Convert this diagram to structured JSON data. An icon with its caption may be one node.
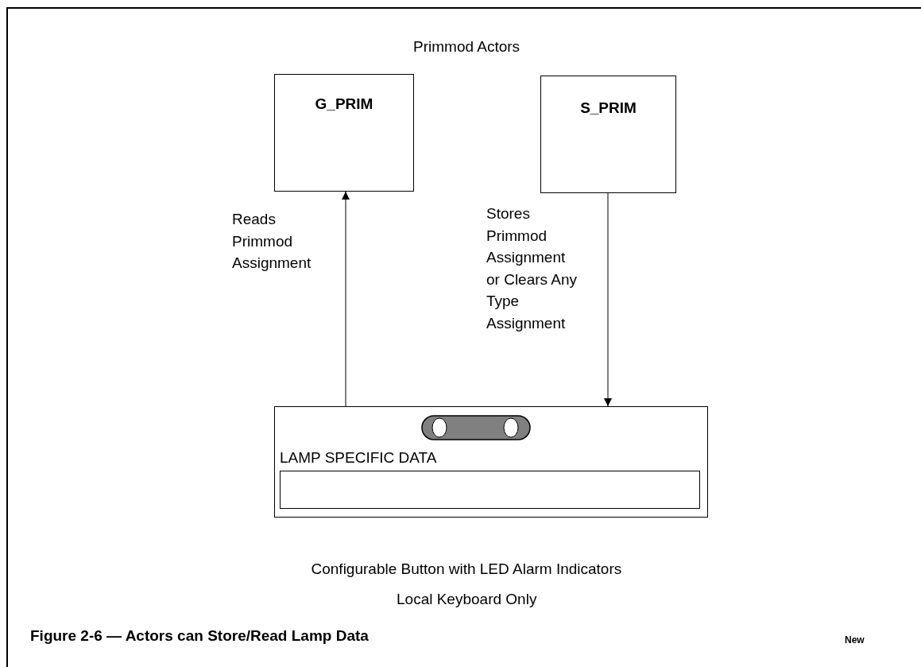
{
  "diagram": {
    "title": "Primmod Actors",
    "caption": "Figure 2-6 — Actors can Store/Read Lamp Data",
    "nodes": [
      {
        "text": [
          "G_PRIM"
        ]
      },
      {
        "text": [
          "S_PRIM"
        ]
      },
      {
        "text": [
          "LAMP SPECIFIC DATA"
        ],
        "beside": [
          "Configurable Button with LED Alarm Indicators",
          "Local Keyboard Only"
        ]
      },
      {
        "text": [],
        "shape": "box",
        "in": 2
      }
    ],
    "edges": [
      {
        "from": 2,
        "to": 0,
        "arrow": "to",
        "label": "Reads Primmod Assignment"
      },
      {
        "from": 1,
        "to": 2,
        "arrow": "to",
        "label": "Stores Primmod Assignment or Clears Any Type Assignment"
      }
    ],
    "labels": [
      "New"
    ]
  }
}
